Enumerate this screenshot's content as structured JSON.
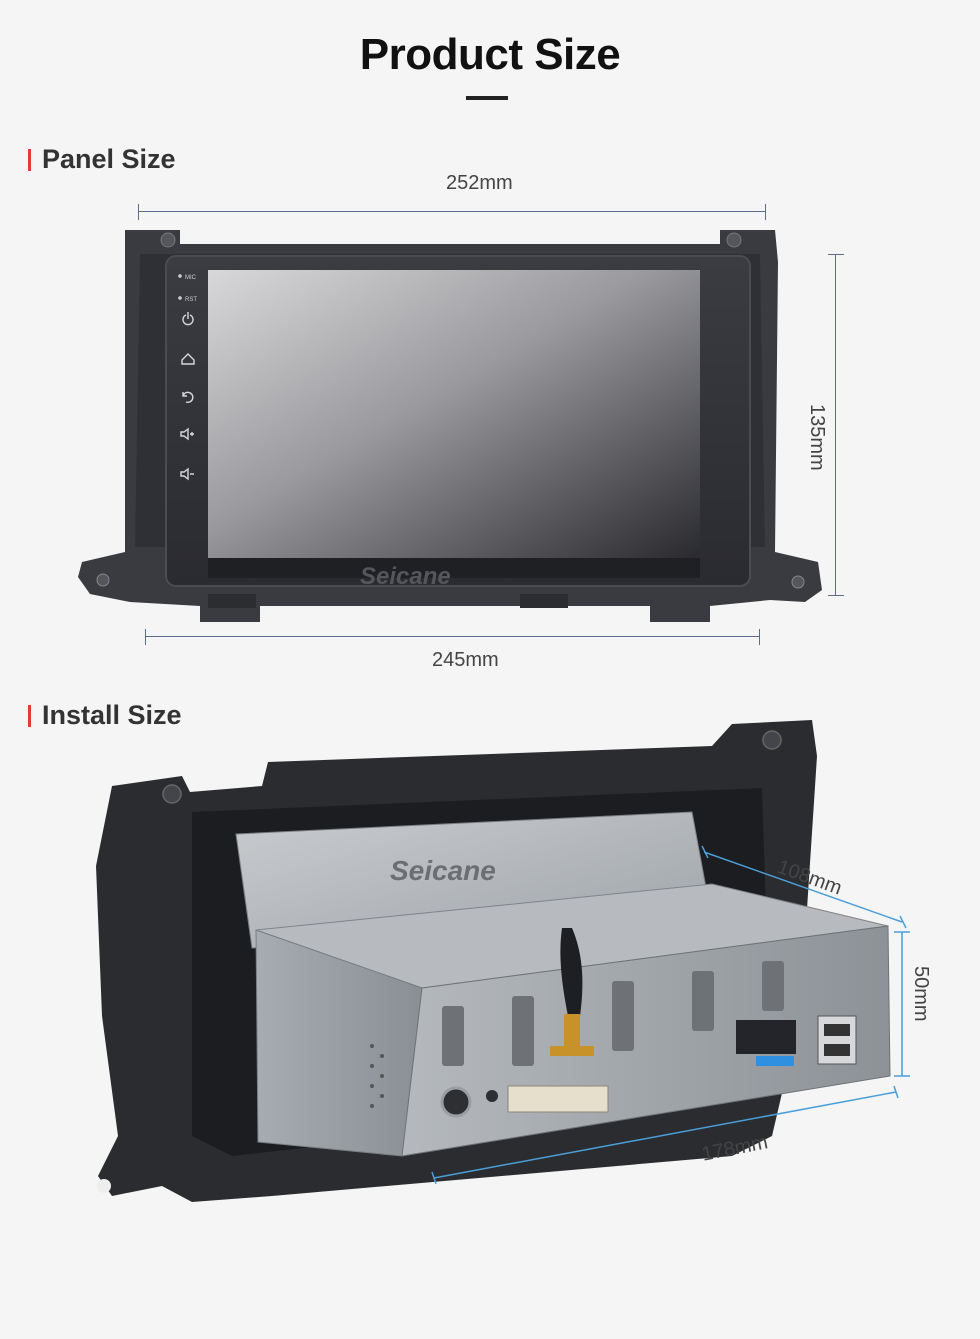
{
  "page": {
    "title": "Product Size"
  },
  "panel": {
    "label": "Panel Size",
    "top_width": "252mm",
    "bottom_width": "245mm",
    "height": "135mm",
    "brand": "Seicane",
    "side_buttons": {
      "mic": "MIC",
      "rst": "RST"
    }
  },
  "install": {
    "label": "Install Size",
    "depth": "108mm",
    "height": "50mm",
    "width": "178mm",
    "brand": "Seicane"
  },
  "colors": {
    "accent": "#e53935",
    "dimension_line": "#5a6d8a",
    "install_dimension_line": "#4a9fd8"
  }
}
